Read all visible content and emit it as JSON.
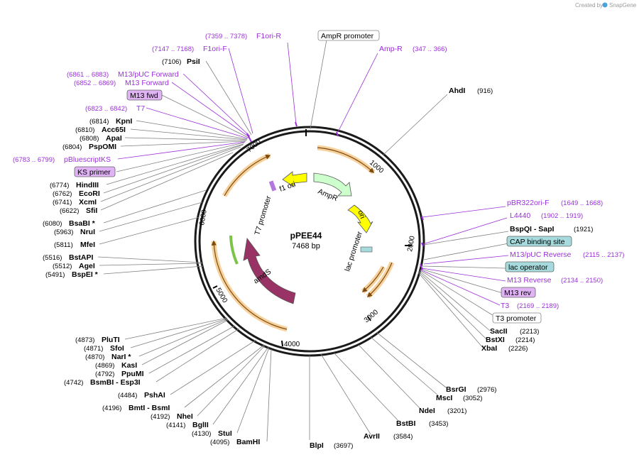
{
  "credit": {
    "created_by": "Created by",
    "brand": "SnapGene"
  },
  "plasmid": {
    "name": "pPEE44",
    "size": "7468 bp",
    "total_bp": 7468
  },
  "ticks": [
    "1000",
    "2000",
    "3000",
    "4000",
    "5000",
    "6000",
    "7000"
  ],
  "inner_features": [
    {
      "label": "f1 ori",
      "color": "#ffff00"
    },
    {
      "label": "AmpR",
      "color": "#ccffcc"
    },
    {
      "label": "ori",
      "color": "#ffff00"
    },
    {
      "label": "lac promoter",
      "color": "#ffffff"
    },
    {
      "label": "amdS",
      "color": "#993366"
    },
    {
      "label": "T7 promoter",
      "color": "#ffffff"
    }
  ],
  "right_labels": [
    {
      "name": "AhdI",
      "pos": "(916)"
    },
    {
      "name": "pBR322ori-F",
      "pos": "(1649 .. 1668)",
      "purple": true
    },
    {
      "name": "L4440",
      "pos": "(1902 .. 1919)",
      "purple": true
    },
    {
      "name": "BspQI  - SapI",
      "pos": "(1921)"
    },
    {
      "name": "CAP binding site",
      "box": "#a6dadc"
    },
    {
      "name": "M13/pUC Reverse",
      "pos": "(2115 .. 2137)",
      "purple": true
    },
    {
      "name": "lac operator",
      "box": "#a6dadc"
    },
    {
      "name": "M13 Reverse",
      "pos": "(2134 .. 2150)",
      "purple": true
    },
    {
      "name": "M13 rev",
      "box": "#e0b3f5"
    },
    {
      "name": "T3",
      "pos": "(2169 .. 2189)",
      "purple": true
    },
    {
      "name": "T3 promoter",
      "box": "#ffffff"
    },
    {
      "name": "SacII",
      "pos": "(2213)"
    },
    {
      "name": "BstXI",
      "pos": "(2214)"
    },
    {
      "name": "XbaI",
      "pos": "(2226)"
    }
  ],
  "bottom_right_labels": [
    {
      "name": "BsrGI",
      "pos": "(2976)"
    },
    {
      "name": "MscI",
      "pos": "(3052)"
    },
    {
      "name": "NdeI",
      "pos": "(3201)"
    },
    {
      "name": "BstBI",
      "pos": "(3453)"
    },
    {
      "name": "AvrII",
      "pos": "(3584)"
    },
    {
      "name": "BlpI",
      "pos": "(3697)"
    }
  ],
  "top_labels": [
    {
      "name": "F1ori-R",
      "pos": "(7359 .. 7378)",
      "purple": true
    },
    {
      "name": "AmpR promoter",
      "box": "#ffffff"
    },
    {
      "name": "Amp-R",
      "pos": "(347 .. 366)",
      "purple": true
    }
  ],
  "left_labels": [
    {
      "name": "F1ori-F",
      "pos": "(7147 .. 7168)",
      "purple": true
    },
    {
      "name": "PsiI",
      "pos": "(7106)"
    },
    {
      "name": "M13/pUC Forward",
      "pos": "(6861 .. 6883)",
      "purple": true
    },
    {
      "name": "M13 Forward",
      "pos": "(6852 .. 6869)",
      "purple": true
    },
    {
      "name": "M13 fwd",
      "box": "#e0b3f5"
    },
    {
      "name": "T7",
      "pos": "(6823 .. 6842)",
      "purple": true
    },
    {
      "name": "KpnI",
      "pos": "(6814)"
    },
    {
      "name": "Acc65I",
      "pos": "(6810)"
    },
    {
      "name": "ApaI",
      "pos": "(6808)"
    },
    {
      "name": "PspOMI",
      "pos": "(6804)"
    },
    {
      "name": "pBluescriptKS",
      "pos": "(6783 .. 6799)",
      "purple": true
    },
    {
      "name": "KS primer",
      "box": "#e0b3f5"
    },
    {
      "name": "HindIII",
      "pos": "(6774)"
    },
    {
      "name": "EcoRI",
      "pos": "(6762)"
    },
    {
      "name": "XcmI",
      "pos": "(6741)"
    },
    {
      "name": "SfiI",
      "pos": "(6622)"
    },
    {
      "name": "BsaBI *",
      "pos": "(6080)"
    },
    {
      "name": "NruI",
      "pos": "(5963)"
    },
    {
      "name": "MfeI",
      "pos": "(5811)"
    },
    {
      "name": "BstAPI",
      "pos": "(5516)"
    },
    {
      "name": "AgeI",
      "pos": "(5512)"
    },
    {
      "name": "BspEI *",
      "pos": "(5491)"
    }
  ],
  "bottom_left_labels": [
    {
      "name": "PluTI",
      "pos": "(4873)"
    },
    {
      "name": "SfoI",
      "pos": "(4871)"
    },
    {
      "name": "NarI *",
      "pos": "(4870)"
    },
    {
      "name": "KasI",
      "pos": "(4869)"
    },
    {
      "name": "PpuMI",
      "pos": "(4792)"
    },
    {
      "name": "BsmBI  - Esp3I",
      "pos": "(4742)"
    },
    {
      "name": "PshAI",
      "pos": "(4484)"
    },
    {
      "name": "BmtI  - BsmI",
      "pos": "(4196)"
    },
    {
      "name": "NheI",
      "pos": "(4192)"
    },
    {
      "name": "BglII",
      "pos": "(4141)"
    },
    {
      "name": "StuI",
      "pos": "(4130)"
    },
    {
      "name": "BamHI",
      "pos": "(4095)"
    }
  ]
}
